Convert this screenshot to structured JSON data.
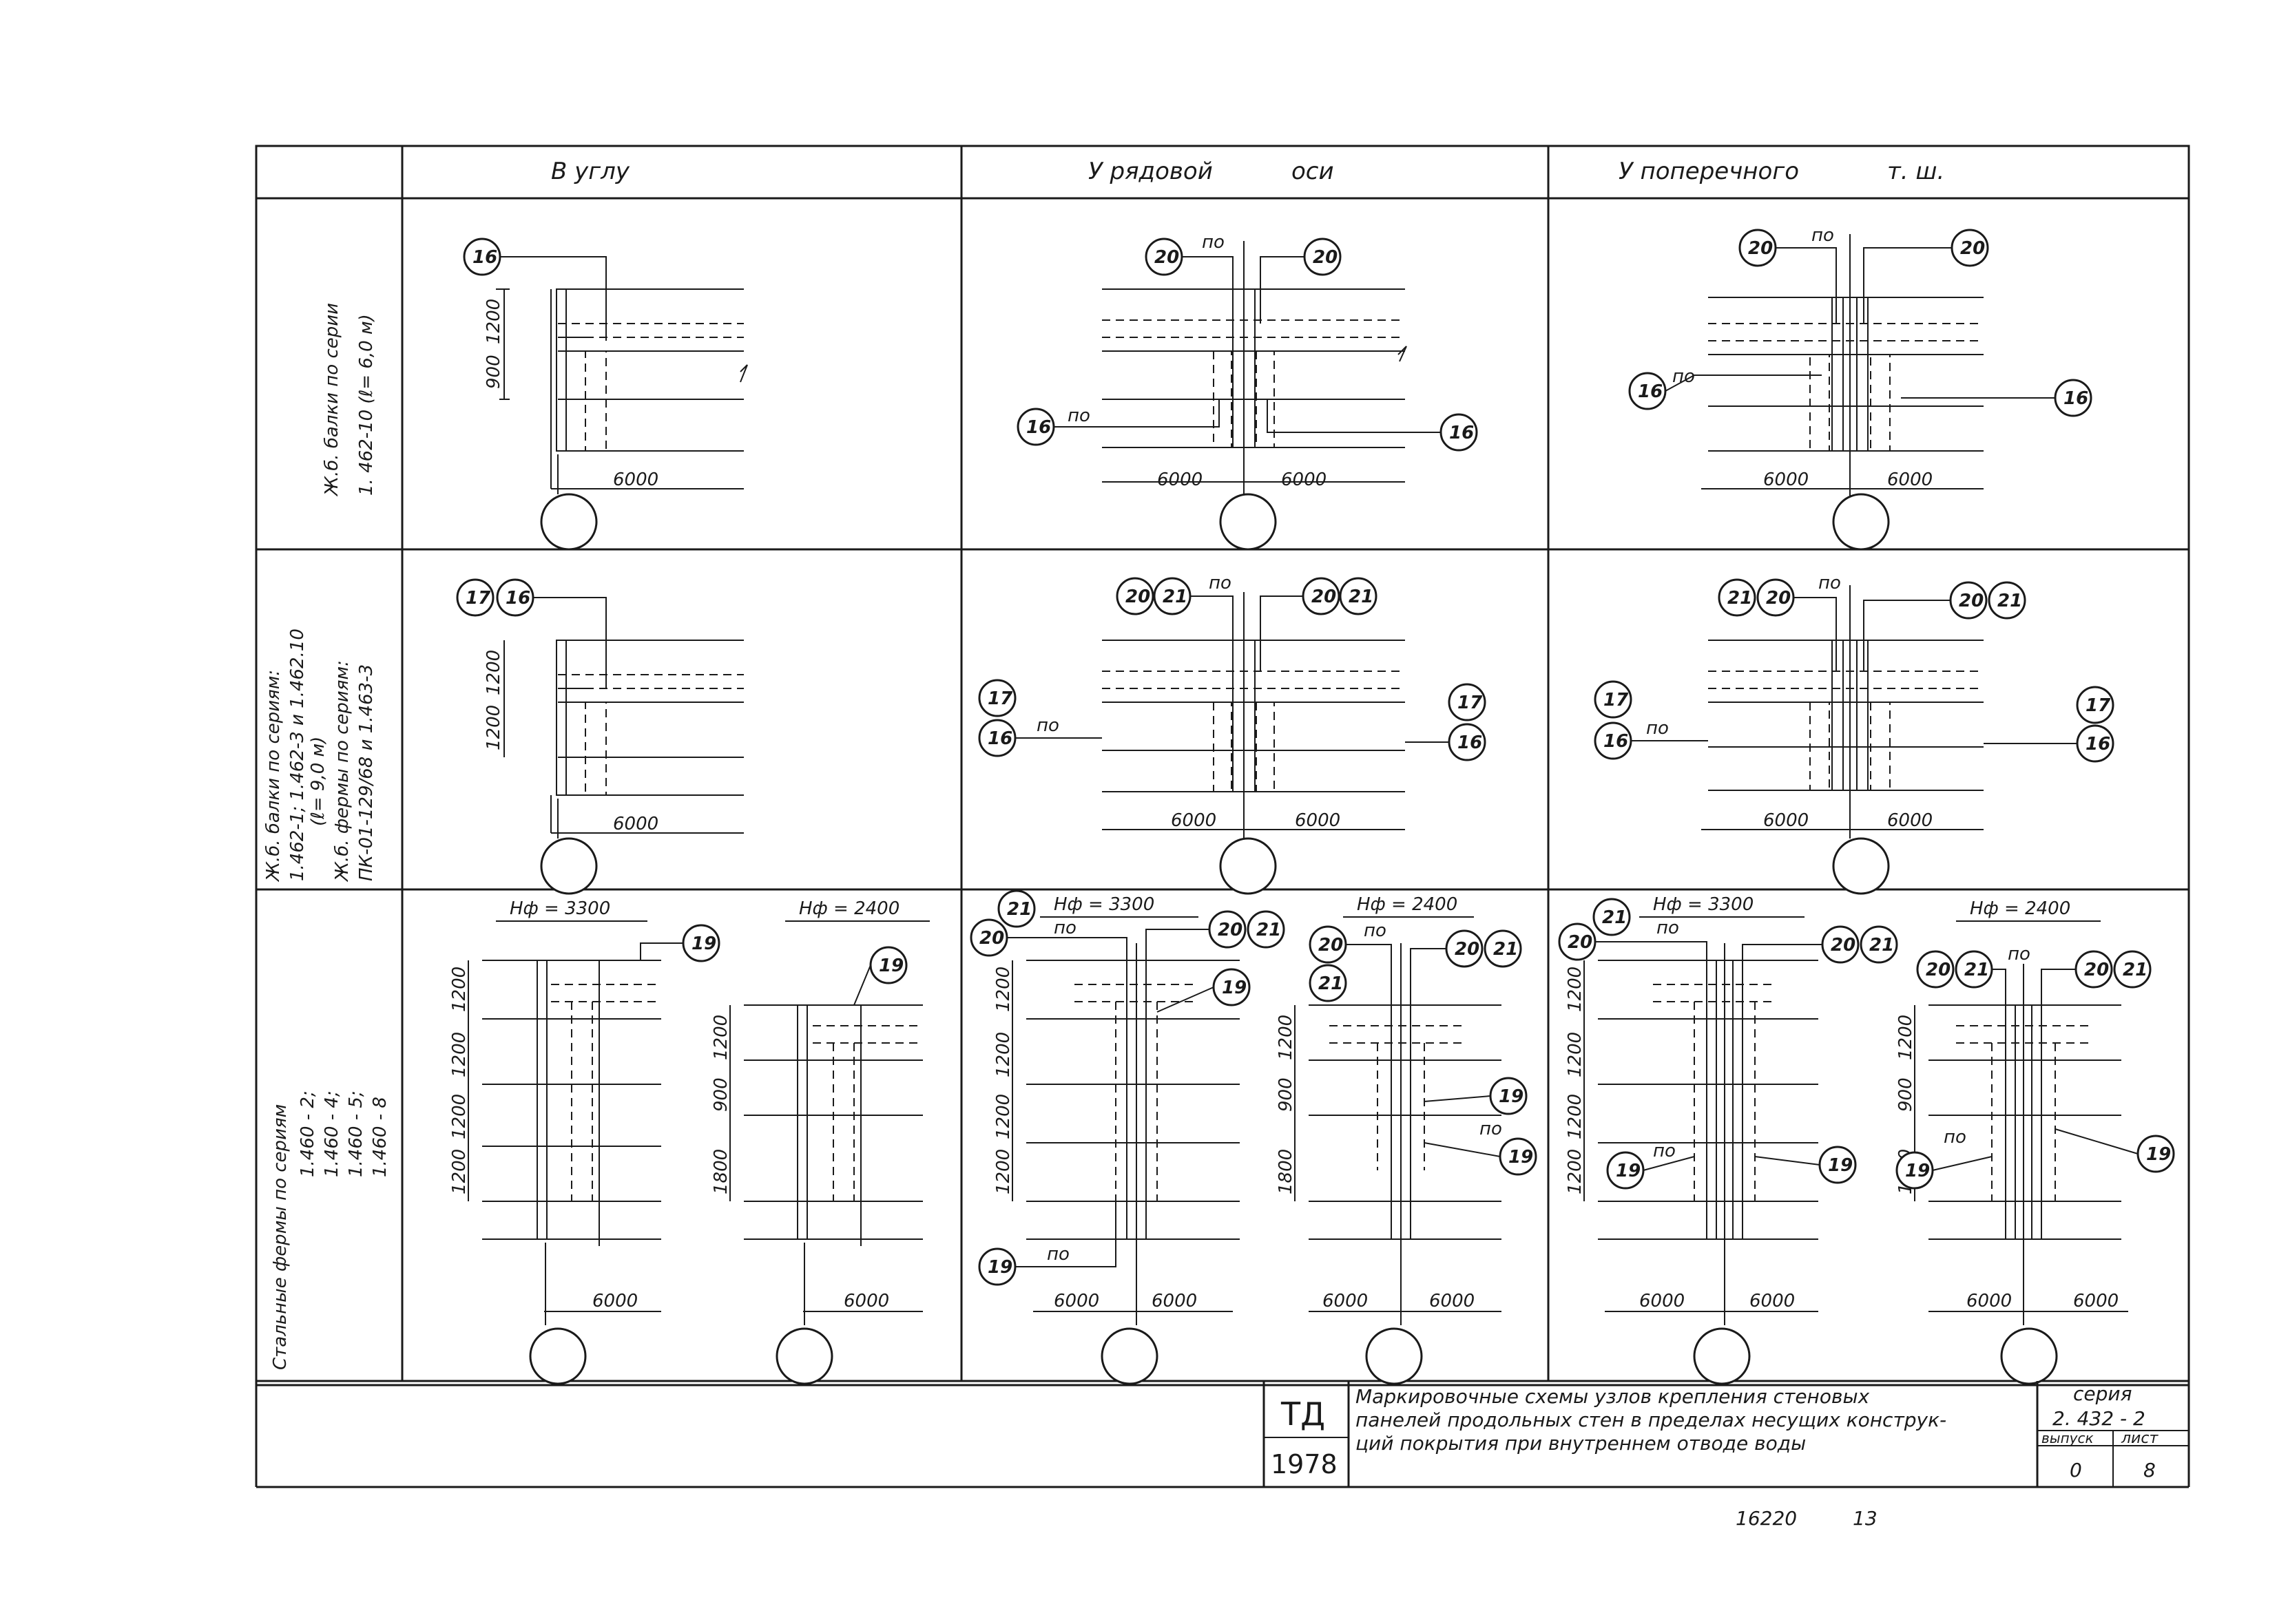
{
  "columns": {
    "corner": "В углу",
    "row_axis_a": "У рядовой",
    "row_axis_b": "оси",
    "cross_a": "У поперечного",
    "cross_b": "т. ш."
  },
  "rows": {
    "r1_a": "Ж.б. балки по серии",
    "r1_b": "1. 462-10 (ℓ= 6,0 м)",
    "r2_a": "Ж.б. балки по сериям:",
    "r2_b": "1.462-1; 1.462-3 и 1.462.10",
    "r2_c": "(ℓ= 9,0 м)",
    "r2_d": "Ж.б. фермы по сериям:",
    "r2_e": "ПК-01-129/68 и 1.463-3",
    "r3_a": "Стальные фермы по сериям",
    "r3_b": "1.460 - 2;",
    "r3_c": "1.460 - 4;",
    "r3_d": "1.460 - 5;",
    "r3_e": "1.460 - 8"
  },
  "labels": {
    "n16": "16",
    "n17": "17",
    "n19": "19",
    "n20": "20",
    "n21": "21",
    "po": "по",
    "d6000": "6000",
    "d1200": "1200",
    "d900": "900",
    "d1800": "1800",
    "h3300": "Нф = 3300",
    "h2400": "Нф = 2400"
  },
  "titleblock": {
    "td": "ТД",
    "year": "1978",
    "title_1": "Маркировочные схемы узлов крепления стеновых",
    "title_2": "панелей продольных стен в пределах несущих конструк-",
    "title_3": "ций покрытия при внутреннем отводе воды",
    "series_label": "серия",
    "series_value": "2. 432 - 2",
    "issue_label": "выпуск",
    "issue_value": "0",
    "sheet_label": "лист",
    "sheet_value": "8"
  },
  "footer": {
    "code": "16220",
    "num": "13"
  }
}
